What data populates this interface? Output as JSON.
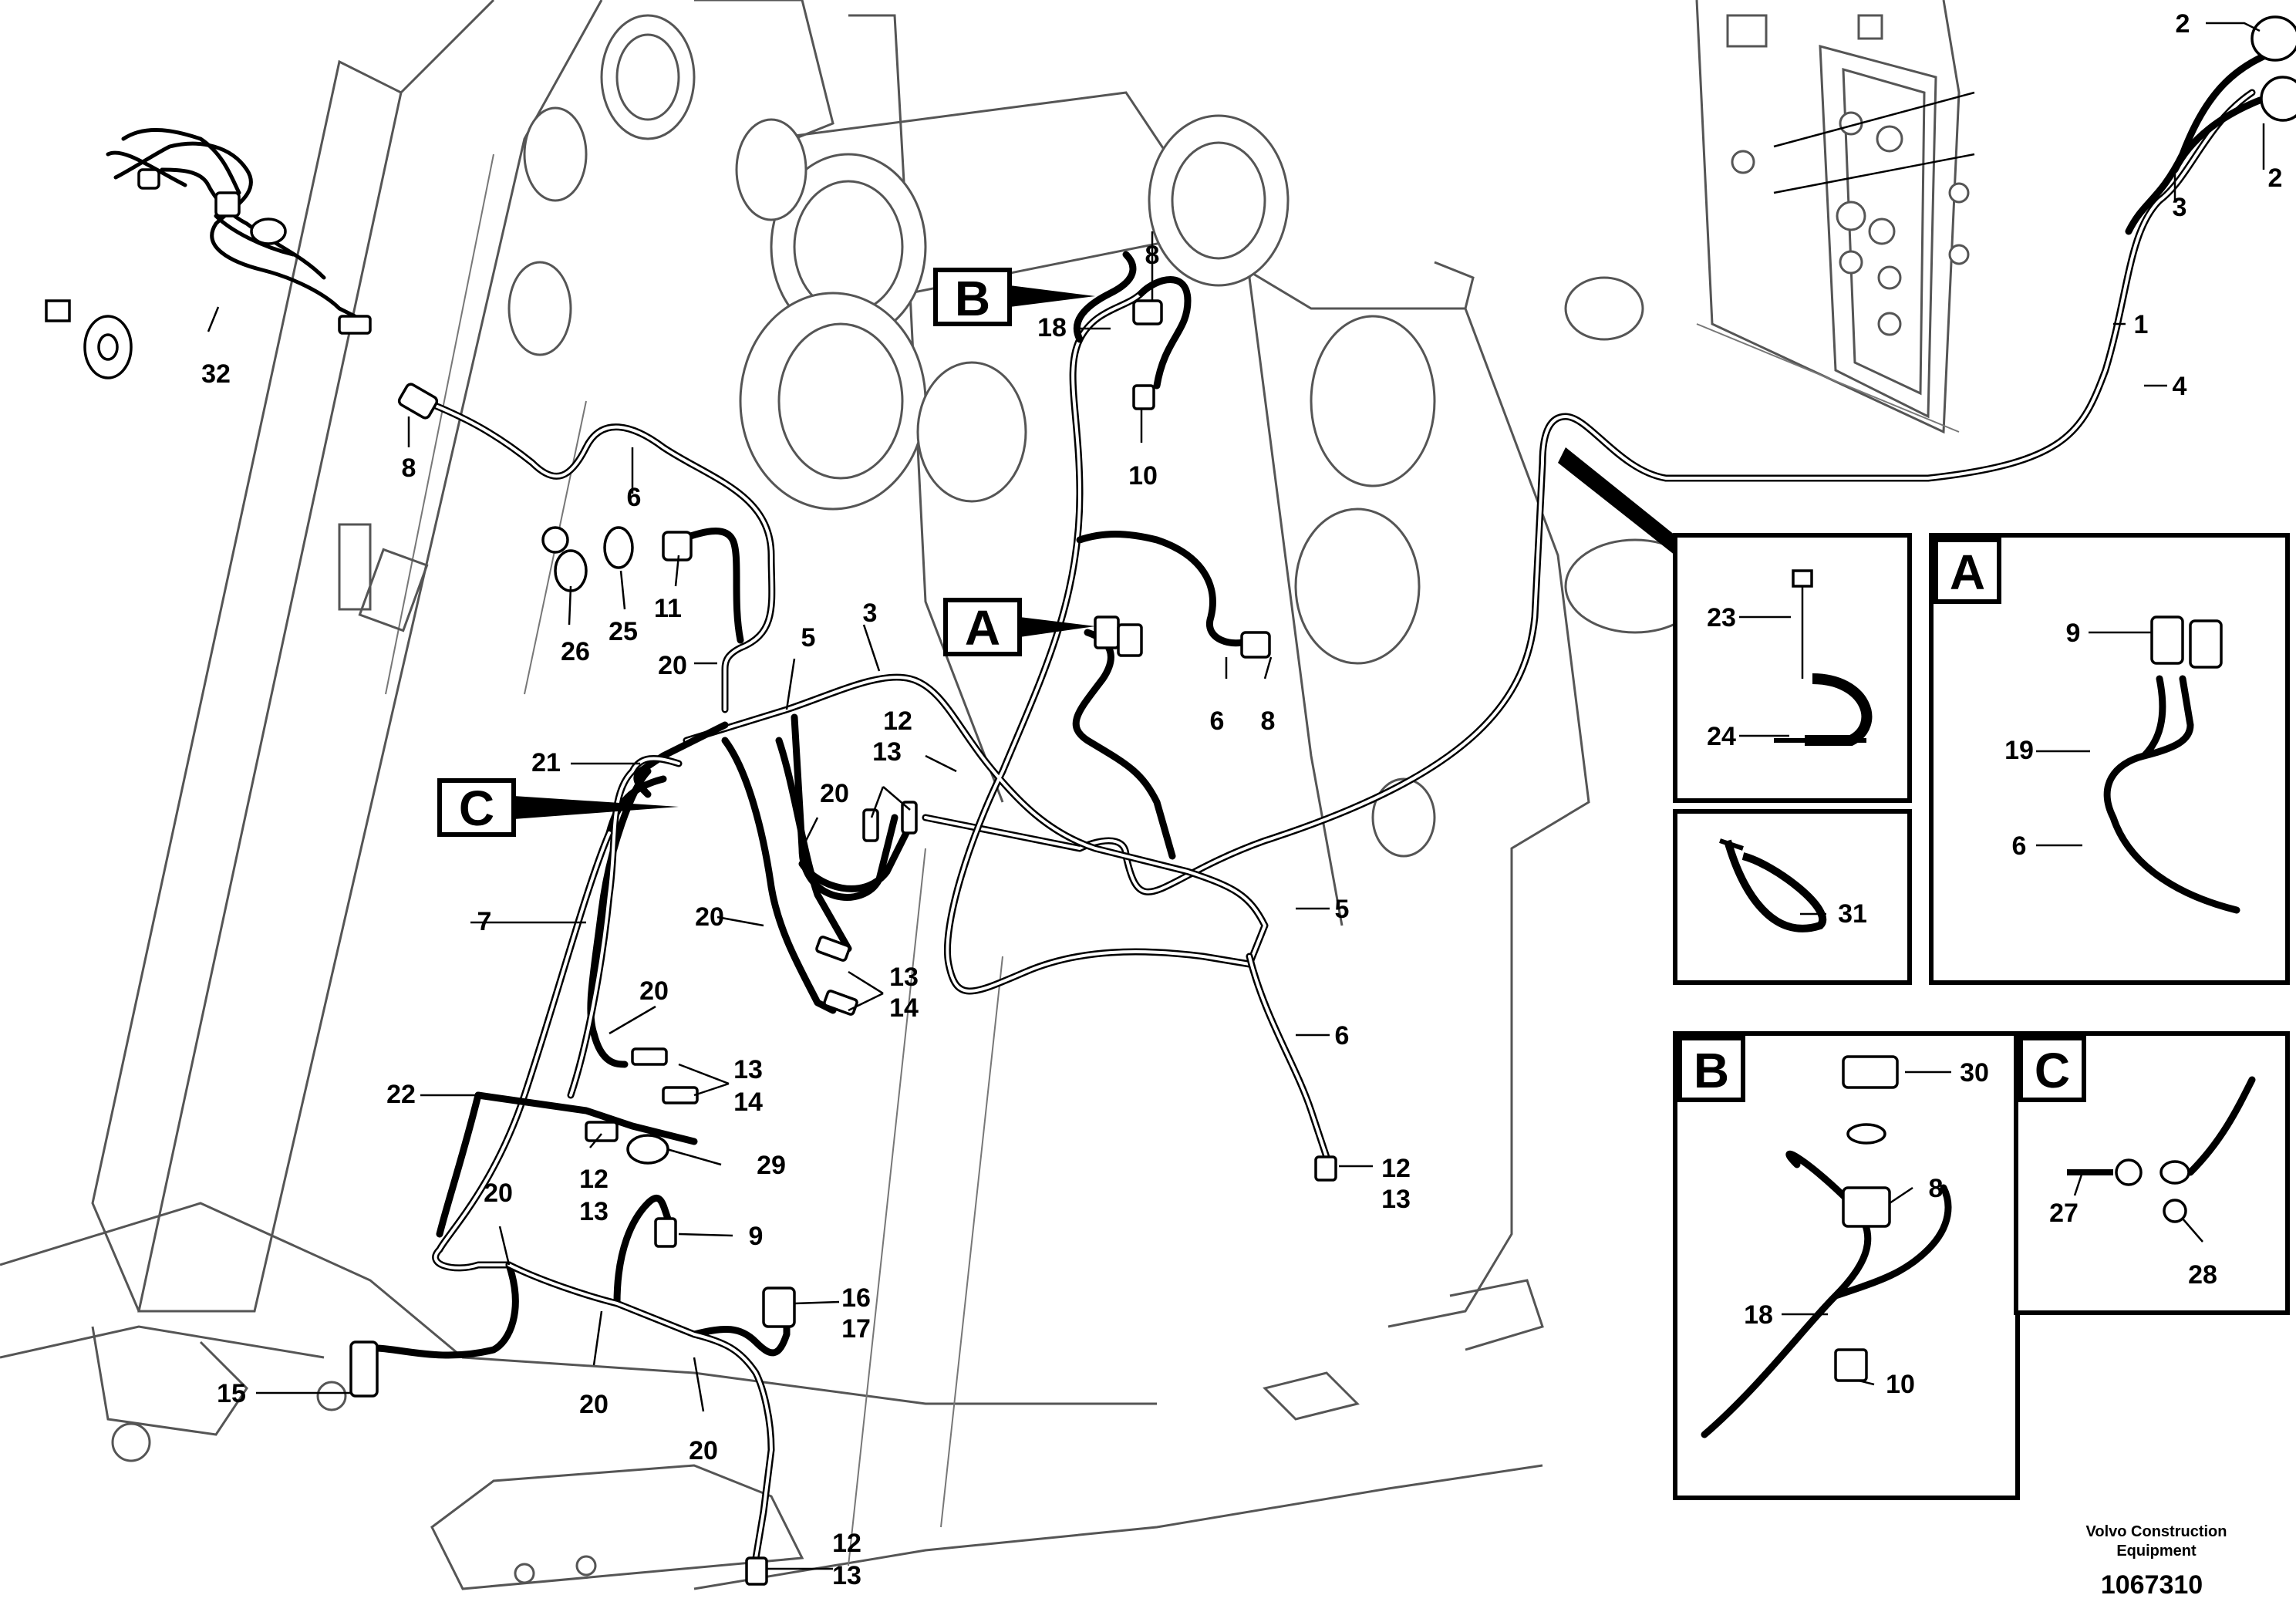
{
  "diagram": {
    "view_labels": {
      "A": "A",
      "B": "B",
      "C": "C"
    },
    "callouts": {
      "c32": "32",
      "c8_left": "8",
      "c6_top": "6",
      "c26": "26",
      "c25": "25",
      "c11": "11",
      "c20_a": "20",
      "c21": "21",
      "c5_top": "5",
      "c3_mid": "3",
      "c12_a": "12",
      "c13_a": "13",
      "c20_b": "20",
      "c7": "7",
      "c20_c": "20",
      "c13_b": "13",
      "c14_b": "14",
      "c20_d": "20",
      "c13_c": "13",
      "c14_c": "14",
      "c22": "22",
      "c12_b": "12",
      "c13_d": "13",
      "c29": "29",
      "c9_main": "9",
      "c20_e": "20",
      "c16": "16",
      "c17": "17",
      "c15": "15",
      "c20_f": "20",
      "c20_g": "20",
      "c12_c": "12",
      "c13_e": "13",
      "c8_top": "8",
      "c18_top": "18",
      "c10_top": "10",
      "c6_mid": "6",
      "c8_mid": "8",
      "c5_right": "5",
      "c6_right": "6",
      "c12_d": "12",
      "c13_f": "13",
      "c2_a": "2",
      "c2_b": "2",
      "c3_right": "3",
      "c1": "1",
      "c4": "4",
      "c23": "23",
      "c24": "24",
      "c31": "31",
      "c9_A": "9",
      "c19": "19",
      "c6_A": "6",
      "c30": "30",
      "c8_B": "8",
      "c18_B": "18",
      "c10_B": "10",
      "c27": "27",
      "c28": "28"
    }
  },
  "footer": {
    "brand_line1": "Volvo Construction",
    "brand_line2": "Equipment",
    "drawing_number": "1067310"
  }
}
